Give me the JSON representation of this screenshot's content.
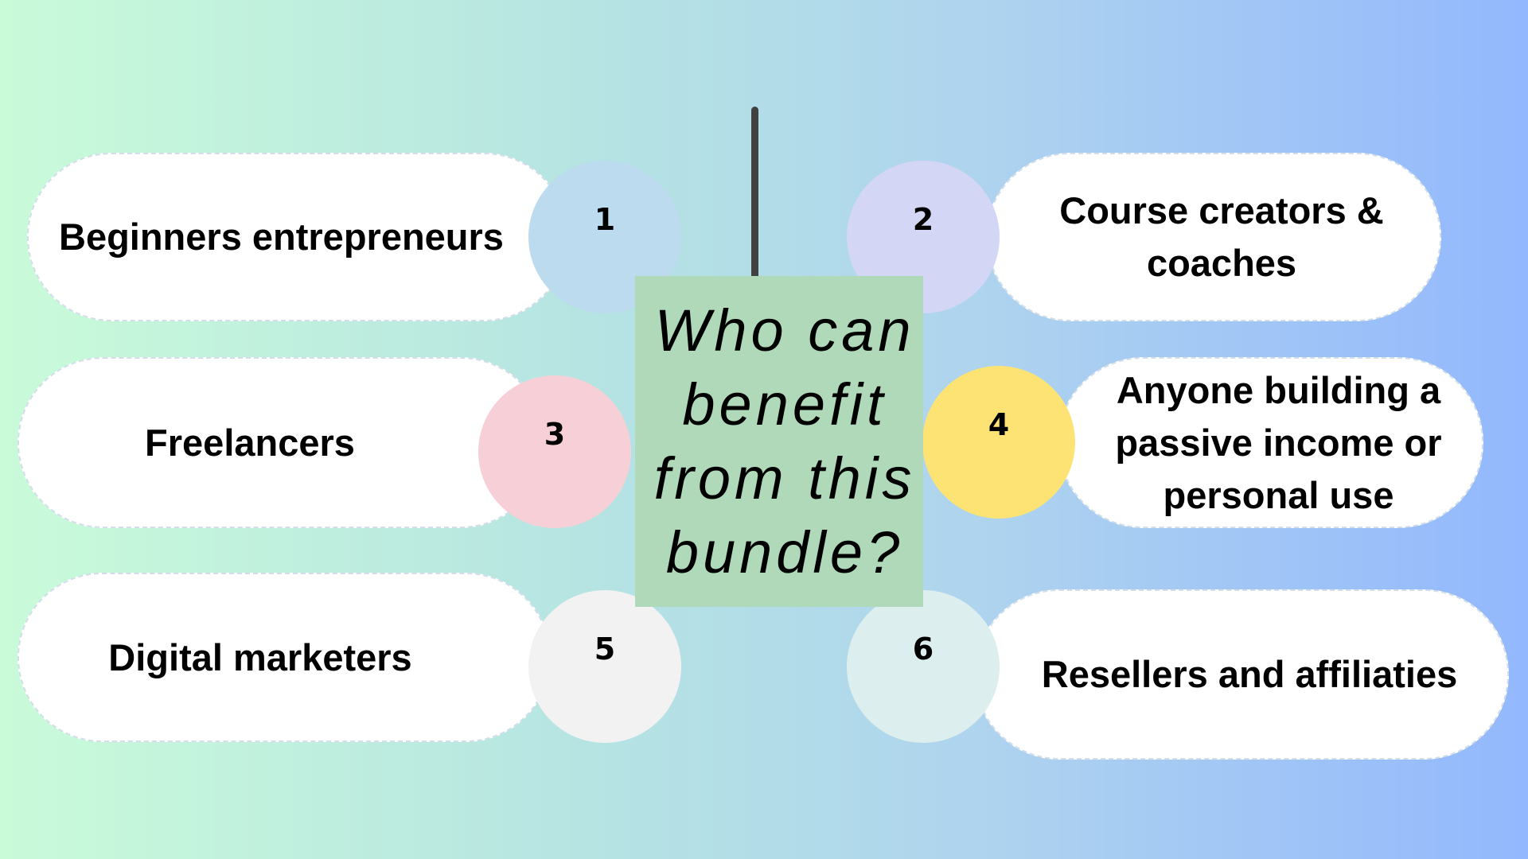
{
  "title": "Who can benefit from this bundle?",
  "items": [
    {
      "number": "1",
      "label": "Beginners entrepreneurs",
      "color": "#bcdbee"
    },
    {
      "number": "2",
      "label": "Course creators & coaches",
      "color": "#d3d6f4"
    },
    {
      "number": "3",
      "label": "Freelancers",
      "color": "#f6d0d6"
    },
    {
      "number": "4",
      "label": "Anyone building a passive income or personal use",
      "color": "#fde373"
    },
    {
      "number": "5",
      "label": "Digital marketers",
      "color": "#f2f2f2"
    },
    {
      "number": "6",
      "label": "Resellers and affiliaties",
      "color": "#ddeeee"
    }
  ]
}
